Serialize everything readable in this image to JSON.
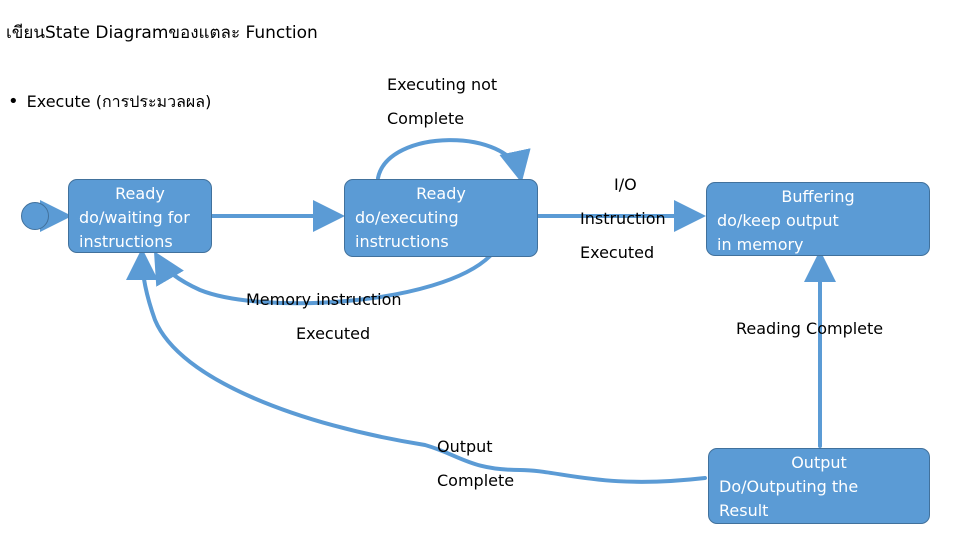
{
  "title": "เขียนState Diagramของแตละ Function",
  "bullet": "Execute (การประมวลผล)",
  "states": {
    "ready_waiting": [
      "Ready",
      "do/waiting for",
      "instructions"
    ],
    "ready_executing": [
      "Ready",
      "do/executing",
      "instructions"
    ],
    "buffering": [
      "Buffering",
      "do/keep output",
      "in memory"
    ],
    "output": [
      "Output",
      "Do/Outputing the",
      "Result"
    ]
  },
  "labels": {
    "executing_not": "Executing not",
    "complete": "Complete",
    "io": "I/O",
    "instruction": "Instruction",
    "io_executed": "Executed",
    "memory_instruction": "Memory instruction",
    "memory_executed": "Executed",
    "reading_complete": "Reading Complete",
    "output_label": "Output",
    "output_complete": "Complete"
  },
  "colors": {
    "state_fill": "#5b9bd5",
    "state_border": "#41719c",
    "arrow": "#5b9bd5"
  }
}
